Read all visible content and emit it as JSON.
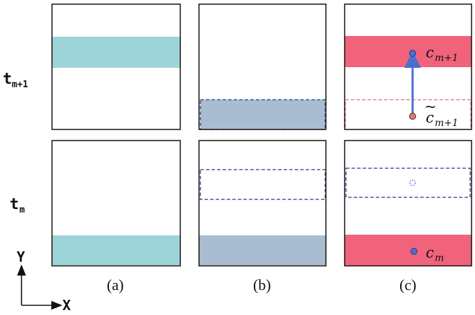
{
  "rows": {
    "top": {
      "label_main": "t",
      "label_sub": "m+1"
    },
    "bottom": {
      "label_main": "t",
      "label_sub": "m"
    }
  },
  "captions": {
    "a": "(a)",
    "b": "(b)",
    "c": "(c)"
  },
  "axes": {
    "y": "Y",
    "x": "X"
  },
  "annotations": {
    "c_next": {
      "base": "c",
      "sub": "m+1"
    },
    "c_tilde": {
      "base": "c",
      "sub": "m+1",
      "accent": "~"
    },
    "c_m": {
      "base": "c",
      "sub": "m"
    }
  },
  "colors": {
    "teal": "#9dd4da",
    "steel": "#a9bcd0",
    "pink": "#f0637b",
    "arrow": "#4a6fd0",
    "dash_blue": "#1f3c88",
    "dash_pink": "#f0637b",
    "dot_blue": "#4a6fd0",
    "dot_red": "#f07070"
  }
}
